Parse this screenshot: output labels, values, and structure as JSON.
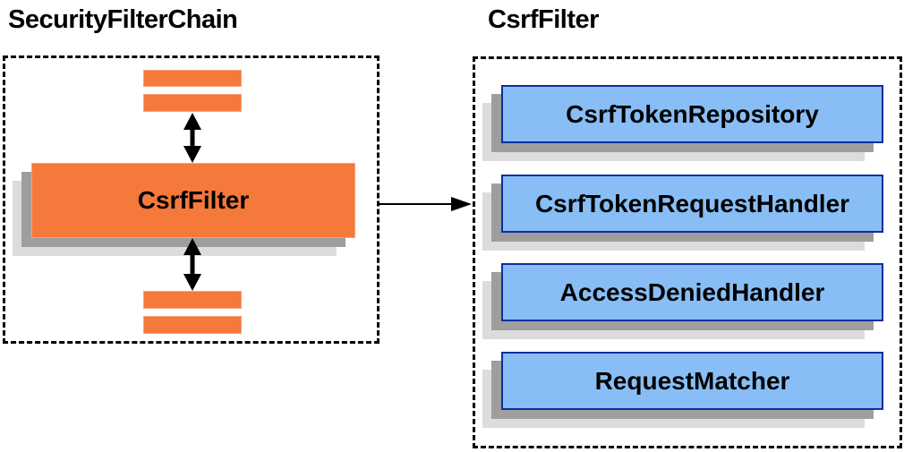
{
  "left": {
    "title": "SecurityFilterChain",
    "filter_label": "CsrfFilter"
  },
  "right": {
    "title": "CsrfFilter",
    "components": [
      "CsrfTokenRepository",
      "CsrfTokenRequestHandler",
      "AccessDeniedHandler",
      "RequestMatcher"
    ]
  },
  "colors": {
    "orange_fill": "#f4793b",
    "orange_border": "#f7a47a",
    "blue_fill": "#88bef5",
    "blue_border": "#102da0",
    "shadow_gray": "#9e9e9e",
    "shadow_light": "#dcdcdc",
    "arrow": "#000000",
    "dashed_border": "#000000"
  }
}
